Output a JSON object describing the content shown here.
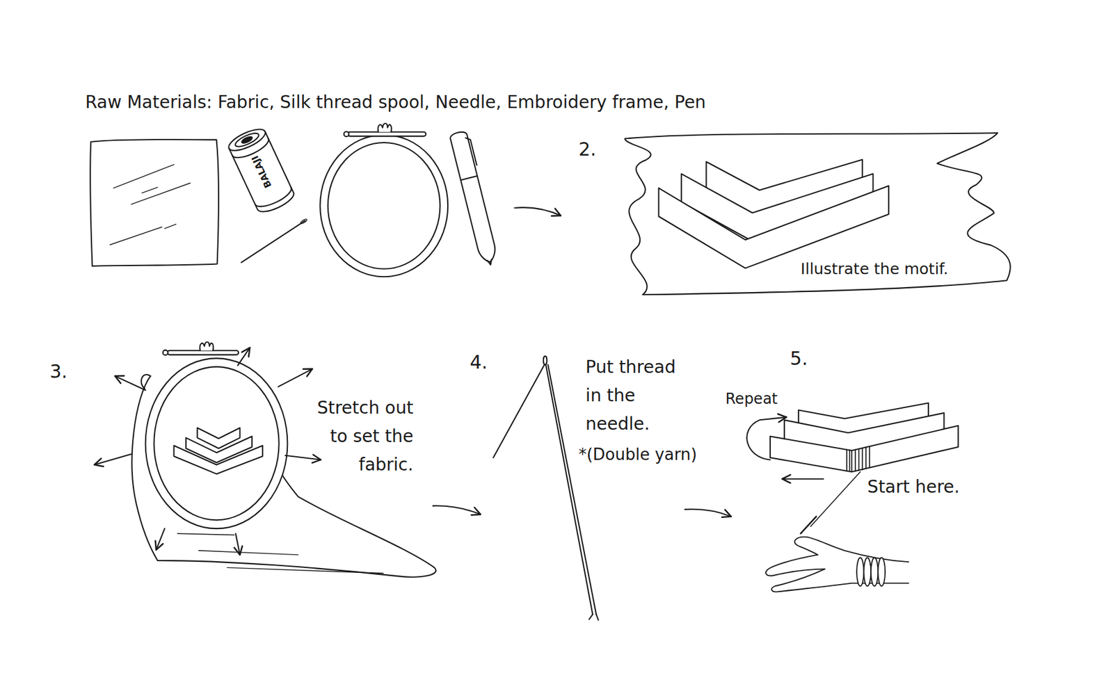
{
  "diagram": {
    "title": "Raw Materials: Fabric, Silk thread spool, Needle, Embroidery frame, Pen",
    "nodes": [
      {
        "text": [
          "Illustrate the motif."
        ]
      }
    ],
    "labels": [
      "BALAJI",
      "2.",
      "3.",
      "Stretch out to set the fabric.",
      "4.",
      "Put thread in the needle.",
      "*(Double yarn)",
      "5.",
      "Repeat",
      "Start here."
    ]
  }
}
